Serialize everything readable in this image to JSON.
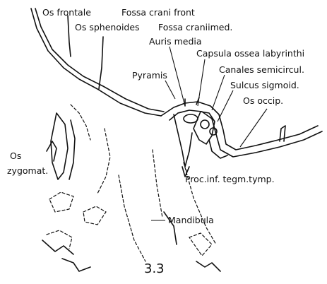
{
  "labels": {
    "os_frontale": "Os frontale",
    "fossa_crani_front": "Fossa crani front",
    "os_sphenoides": "Os sphenoides",
    "fossa_craniimed": "Fossa craniimed.",
    "auris_media": "Auris media",
    "capsula": "Capsula ossea labyrinthi",
    "pyramis": "Pyramis",
    "canales": "Canales semicircul.",
    "sulcus": "Sulcus sigmoid.",
    "os_occip": "Os occip.",
    "os_zygomat_1": "Os",
    "os_zygomat_2": "zygomat.",
    "proc_inf": "Proc.inf. tegm.tymp.",
    "mandibula": "Mandibula"
  },
  "figure_number": "3.3"
}
